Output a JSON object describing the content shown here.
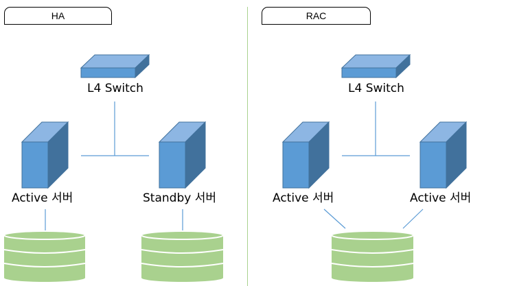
{
  "sections": [
    {
      "title": "HA",
      "switch_label": "L4 Switch",
      "left_server_label": "Active 서버",
      "right_server_label": "Standby 서버"
    },
    {
      "title": "RAC",
      "switch_label": "L4 Switch",
      "left_server_label": "Active 서버",
      "right_server_label": "Active 서버"
    }
  ],
  "colors": {
    "device_front": "#5b9bd5",
    "device_top": "#8db6e3",
    "device_side": "#41719c",
    "storage_fill": "#a9d18e",
    "storage_line": "#ffffff",
    "connector": "#5b9bd5",
    "divider": "#a9d18e"
  }
}
